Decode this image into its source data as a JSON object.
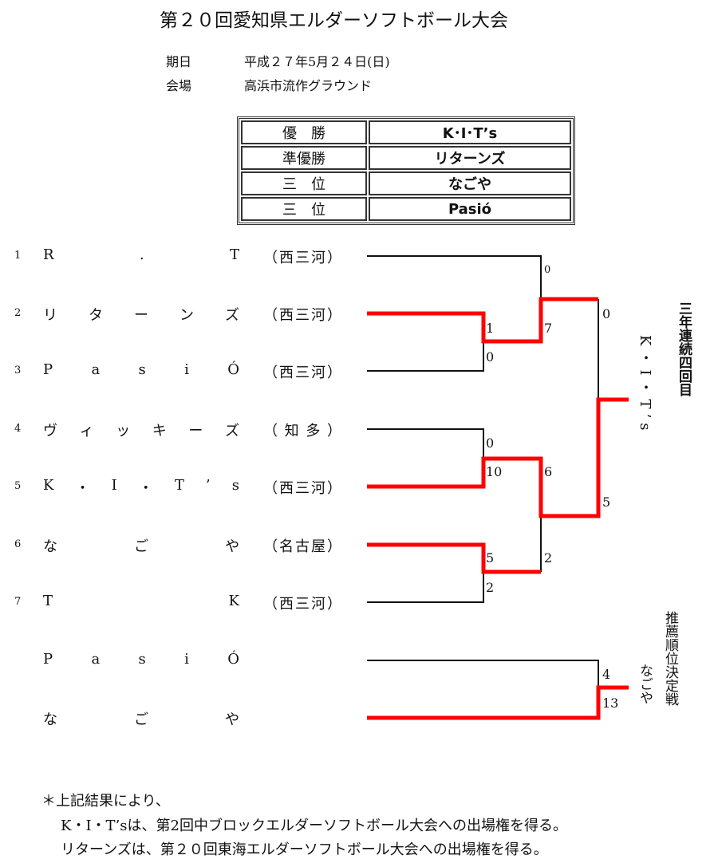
{
  "title": "第２０回愛知県エルダーソフトボール大会",
  "info": {
    "date_label": "期日",
    "date_value": "平成２７年5月２４日(日)",
    "venue_label": "会場",
    "venue_value": "高浜市流作グラウンド"
  },
  "results": [
    {
      "label": "優　勝",
      "team": "K･I･T’s"
    },
    {
      "label": "準優勝",
      "team": "リターンズ"
    },
    {
      "label": "三　位",
      "team": "なごや"
    },
    {
      "label": "三　位",
      "team": "Pasió"
    }
  ],
  "teams": [
    {
      "no": "1",
      "name": "R.T",
      "region": "（西三河）"
    },
    {
      "no": "2",
      "name": "リターンズ",
      "region": "（西三河）"
    },
    {
      "no": "3",
      "name": "PasiÓ",
      "region": "（西三河）"
    },
    {
      "no": "4",
      "name": "ヴィッキーズ",
      "region": "（知多）"
    },
    {
      "no": "5",
      "name": "K・I・T’s",
      "region": "（西三河）"
    },
    {
      "no": "6",
      "name": "なごや",
      "region": "（名古屋）"
    },
    {
      "no": "7",
      "name": "TK",
      "region": "（西三河）"
    }
  ],
  "playoff_teams": [
    {
      "name": "PasiÓ"
    },
    {
      "name": "なごや"
    }
  ],
  "scores": {
    "m1_top": "0",
    "m1_bot": "7",
    "m2_top": "1",
    "m2_bot": "0",
    "m3_top": "0",
    "m3_bot": "10",
    "m4_top": "5",
    "m4_bot": "2",
    "m5_top": "6",
    "m5_bot": "2",
    "final_top": "0",
    "final_bot": "5",
    "playoff_top": "4",
    "playoff_bot": "13"
  },
  "champion": "K・I・T’s",
  "champion_note": "三年連続四回目",
  "playoff_label": "推薦順位決定戦",
  "playoff_winner": "なごや",
  "footer": [
    "＊上記結果により、",
    "K・I・T’sは、第2回中ブロックエルダーソフトボール大会への出場権を得る。",
    "リターンズは、第２０回東海エルダーソフトボール大会への出場権を得る。"
  ],
  "colors": {
    "winner_line": "#ff0000",
    "line": "#111111"
  }
}
